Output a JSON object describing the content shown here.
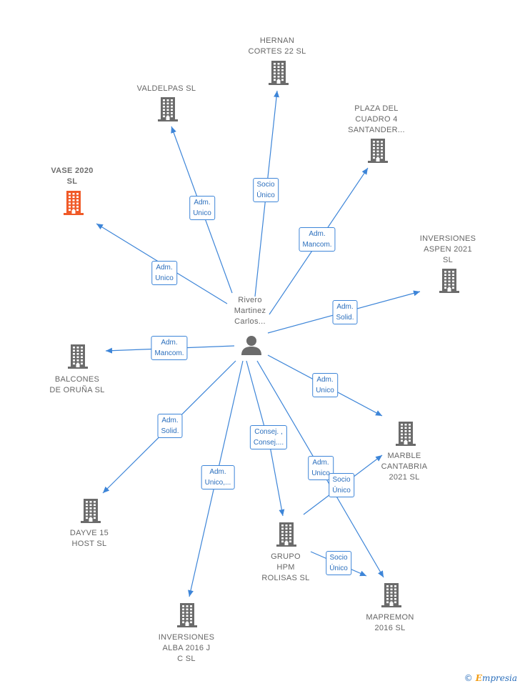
{
  "center": {
    "name_lines": [
      "Rivero",
      "Martinez",
      "Carlos..."
    ],
    "icon": "person-icon"
  },
  "nodes": [
    {
      "id": "hernan",
      "lines": [
        "HERNAN",
        "CORTES 22  SL"
      ],
      "icon": "building-icon"
    },
    {
      "id": "valdelpas",
      "lines": [
        "VALDELPAS  SL"
      ],
      "icon": "building-icon"
    },
    {
      "id": "plaza",
      "lines": [
        "PLAZA DEL",
        "CUADRO 4",
        "SANTANDER..."
      ],
      "icon": "building-icon"
    },
    {
      "id": "vase",
      "lines": [
        "VASE 2020",
        "SL"
      ],
      "icon": "building-icon",
      "highlight": true
    },
    {
      "id": "aspen",
      "lines": [
        "INVERSIONES",
        "ASPEN 2021",
        "SL"
      ],
      "icon": "building-icon"
    },
    {
      "id": "balcones",
      "lines": [
        "BALCONES",
        "DE ORUÑA  SL"
      ],
      "icon": "building-icon"
    },
    {
      "id": "marble",
      "lines": [
        "MARBLE",
        "CANTABRIA",
        "2021  SL"
      ],
      "icon": "building-icon"
    },
    {
      "id": "dayve",
      "lines": [
        "DAYVE 15",
        "HOST  SL"
      ],
      "icon": "building-icon"
    },
    {
      "id": "grupo",
      "lines": [
        "GRUPO",
        "HPM",
        "ROLISAS  SL"
      ],
      "icon": "building-icon"
    },
    {
      "id": "mapremon",
      "lines": [
        "MAPREMON",
        "2016  SL"
      ],
      "icon": "building-icon"
    },
    {
      "id": "alba",
      "lines": [
        "INVERSIONES",
        "ALBA 2016 J",
        "C  SL"
      ],
      "icon": "building-icon"
    }
  ],
  "edges": [
    {
      "from": "center",
      "to": "hernan",
      "label": [
        "Socio",
        "Único"
      ]
    },
    {
      "from": "center",
      "to": "valdelpas",
      "label": [
        "Adm.",
        "Unico"
      ]
    },
    {
      "from": "center",
      "to": "plaza",
      "label": [
        "Adm.",
        "Mancom."
      ]
    },
    {
      "from": "center",
      "to": "vase",
      "label": [
        "Adm.",
        "Unico"
      ]
    },
    {
      "from": "center",
      "to": "aspen",
      "label": [
        "Adm.",
        "Solid."
      ]
    },
    {
      "from": "center",
      "to": "balcones",
      "label": [
        "Adm.",
        "Mancom."
      ]
    },
    {
      "from": "center",
      "to": "marble",
      "label": [
        "Adm.",
        "Unico"
      ]
    },
    {
      "from": "center",
      "to": "dayve",
      "label": [
        "Adm.",
        "Solid."
      ]
    },
    {
      "from": "center",
      "to": "grupo",
      "label": [
        "Consej. ,",
        "Consej...."
      ]
    },
    {
      "from": "center",
      "to": "mapremon",
      "label": [
        "Adm.",
        "Unico"
      ]
    },
    {
      "from": "center",
      "to": "alba",
      "label": [
        "Adm.",
        "Unico,..."
      ]
    },
    {
      "from": "grupo",
      "to": "marble",
      "label": [
        "Socio",
        "Único"
      ]
    },
    {
      "from": "grupo",
      "to": "mapremon",
      "label": [
        "Socio",
        "Único"
      ]
    }
  ],
  "colors": {
    "edge": "#3d85d8",
    "building": "#6b6b6b",
    "highlight": "#f05a28",
    "text": "#666666"
  },
  "footer": {
    "copyright": "©",
    "brand_first": "E",
    "brand_rest": "mpresia"
  }
}
